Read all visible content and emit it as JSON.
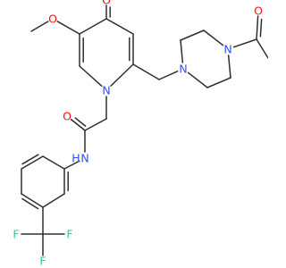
{
  "molecule": {
    "colors": {
      "bond": "#2e2e2e",
      "carbon": "#2e2e2e",
      "oxygen": "#ff0d0d",
      "nitrogen": "#3050f8",
      "hydrogen_on_nitrogen": "#3050f8",
      "fluorine": "#2ecc9a"
    },
    "atom_labels": {
      "o_ketone": "O",
      "o_methoxy": "O",
      "n_pyridinone": "N",
      "n_piperazine_a": "N",
      "n_piperazine_b": "N",
      "o_acetyl": "O",
      "o_amide": "O",
      "n_amide": "N",
      "h_amide": "H",
      "f_1": "F",
      "f_2": "F",
      "f_3": "F"
    }
  }
}
